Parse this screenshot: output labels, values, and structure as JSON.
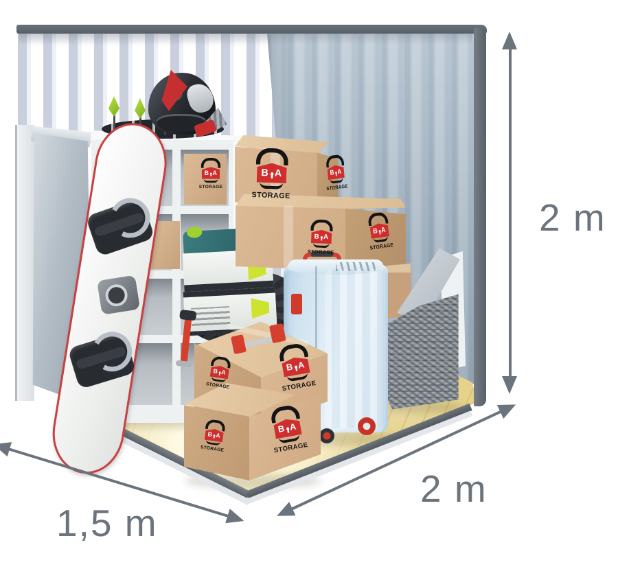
{
  "scene": {
    "description": "3D illustration of a self-storage unit (2 m x 2 m x 1,5 m) filled with household items",
    "brand": {
      "letter_left": "B",
      "letter_right": "A",
      "word": "STORAGE"
    },
    "dimensions": {
      "height_label": "2 m",
      "depth_label": "2 m",
      "width_label": "1,5 m"
    },
    "colors": {
      "dimension_annotation": "#6b737c",
      "logo_red": "#cf2e2e",
      "cardboard": "#d7b491",
      "right_wall": "#a9b8c7",
      "back_wall_stripe": "#c9cfdc",
      "floor_wood": "#e9dca8",
      "suitcase_blue": "#d6e6f2"
    },
    "items": [
      "cube-shelf",
      "snowboard",
      "motorcycle-helmet",
      "dartboard",
      "darts",
      "cardboard-boxes",
      "tool-cases",
      "car-tire",
      "suitcase",
      "wicker-basket",
      "bar-clamps"
    ]
  }
}
